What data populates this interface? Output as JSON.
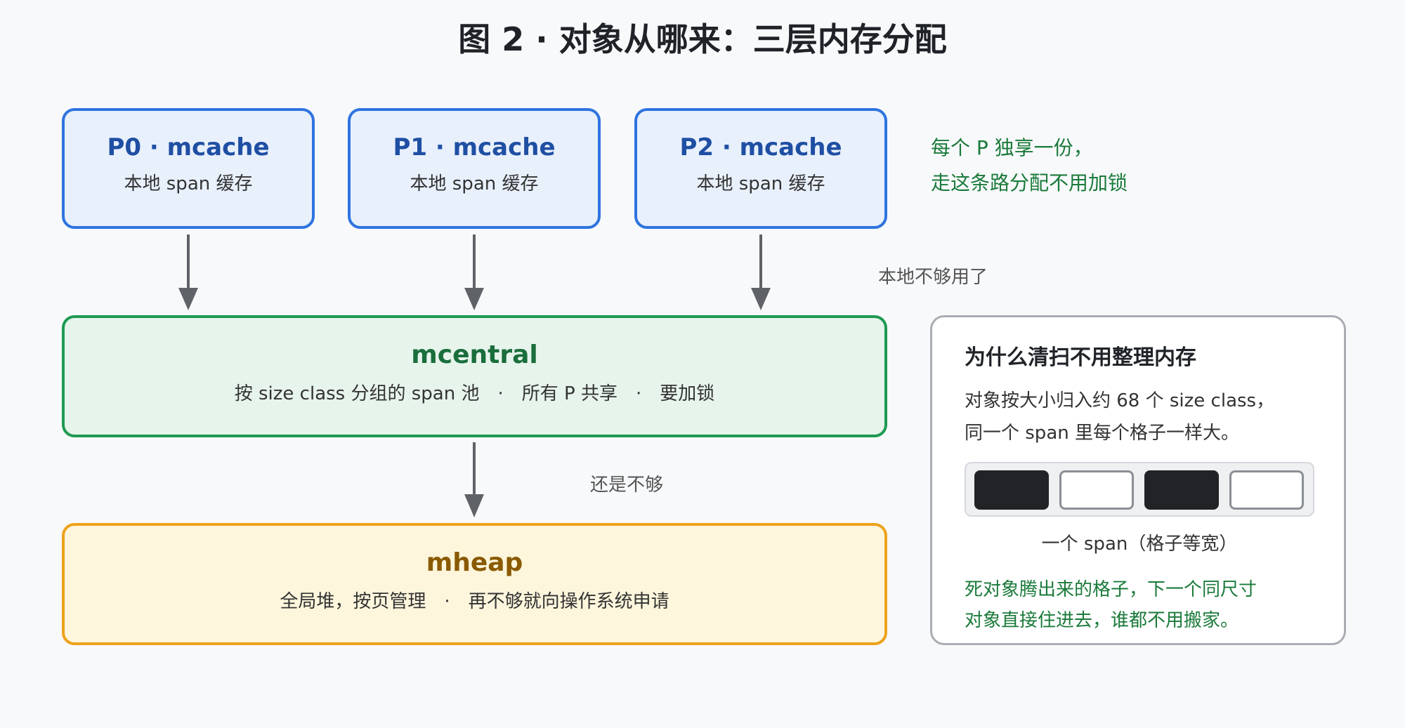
{
  "title": "图 2 · 对象从哪来：三层内存分配",
  "mcaches": [
    {
      "name": "P0 · mcache",
      "desc": "本地 span 缓存"
    },
    {
      "name": "P1 · mcache",
      "desc": "本地 span 缓存"
    },
    {
      "name": "P2 · mcache",
      "desc": "本地 span 缓存"
    }
  ],
  "note": {
    "line1": "每个 P 独享一份，",
    "line2": "走这条路分配不用加锁"
  },
  "flow_labels": {
    "local_insufficient": "本地不够用了",
    "still_insufficient": "还是不够"
  },
  "mcentral": {
    "name": "mcentral",
    "parts": [
      "按 size class 分组的 span 池",
      "所有 P 共享",
      "要加锁"
    ],
    "separator": "·"
  },
  "mheap": {
    "name": "mheap",
    "parts": [
      "全局堆，按页管理",
      "再不够就向操作系统申请"
    ],
    "separator": "·"
  },
  "side_panel": {
    "title": "为什么清扫不用整理内存",
    "text_line1": "对象按大小归入约 68 个 size class，",
    "text_line2": "同一个 span 里每个格子一样大。",
    "span_cells": [
      "filled",
      "empty",
      "filled",
      "empty"
    ],
    "span_caption": "一个 span（格子等宽）",
    "green_line1": "死对象腾出来的格子，下一个同尺寸",
    "green_line2": "对象直接住进去，谁都不用搬家。"
  },
  "colors": {
    "mcache_border": "#2f74e0",
    "mcentral_border": "#1f9a52",
    "mheap_border": "#eea21c",
    "arrow": "#5f6368",
    "note_green": "#1a7a3a"
  }
}
